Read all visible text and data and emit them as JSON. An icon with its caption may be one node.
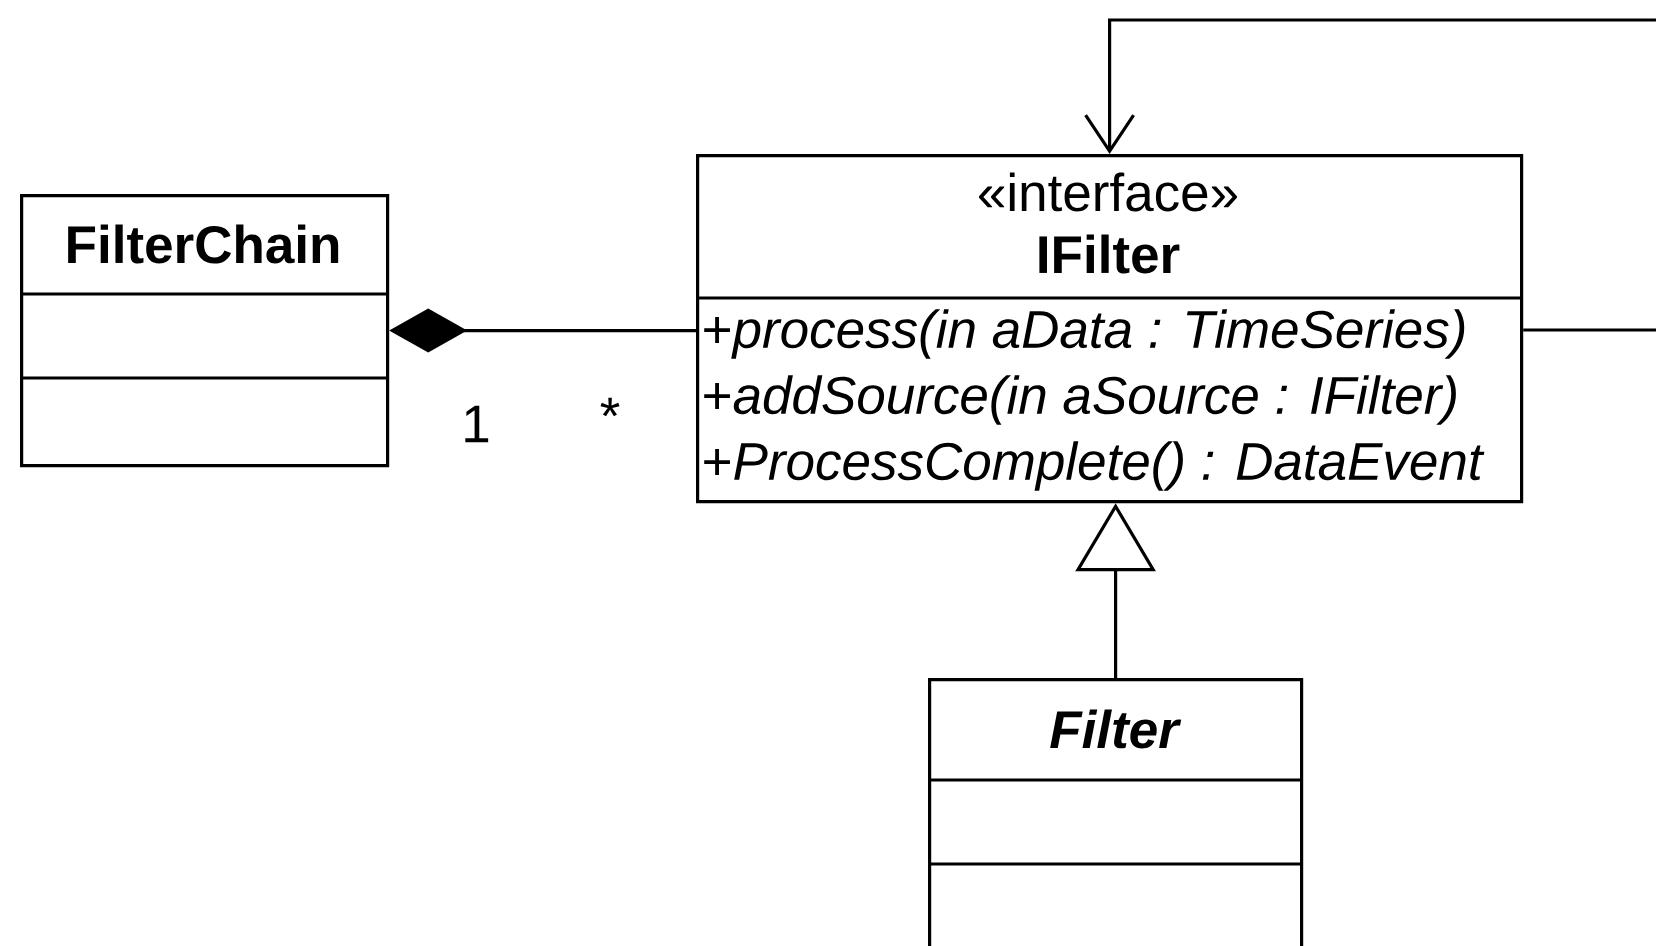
{
  "diagram": {
    "nodes": [
      {
        "text": [
          "FilterChain"
        ]
      },
      {
        "text": [
          "«interface»",
          "IFilter",
          "+*process(in aData : TimeSeries)*",
          "+*addSource(in aSource : IFilter)*",
          "+*ProcessComplete() : DataEvent*"
        ]
      },
      {
        "text": [
          "Filter"
        ]
      }
    ],
    "edges": [
      {
        "from": 0,
        "to": 1,
        "arrow": "other"
      },
      {
        "from": 2,
        "to": 1,
        "arrow": "to"
      },
      {
        "from": 1,
        "to": 1,
        "arrow": "to"
      }
    ],
    "labels": [
      "1",
      "*"
    ]
  }
}
